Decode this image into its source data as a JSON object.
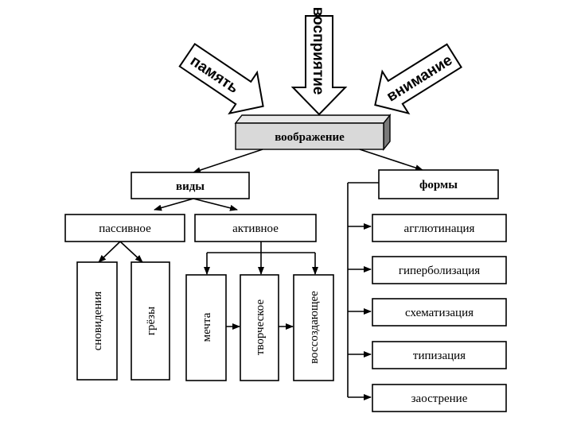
{
  "inputs": {
    "memory": "память",
    "perception": "восприятие",
    "attention": "внимание"
  },
  "center": "воображение",
  "types": {
    "title": "виды",
    "passive": {
      "label": "пассивное",
      "children": [
        "сновидения",
        "грёзы"
      ]
    },
    "active": {
      "label": "активное",
      "children": [
        "мечта",
        "творческое",
        "воссоздающее"
      ]
    }
  },
  "forms": {
    "title": "формы",
    "items": [
      "агглютинация",
      "гиперболизация",
      "схематизация",
      "типизация",
      "заострение"
    ]
  }
}
